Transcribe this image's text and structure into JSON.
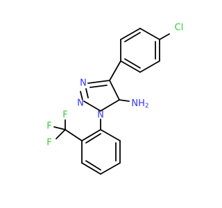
{
  "molecule": {
    "atoms": {
      "chlorine": {
        "label": "Cl",
        "color": "#33cc33"
      },
      "nitrogen_1": {
        "label": "N",
        "color": "#3333ff"
      },
      "nitrogen_2": {
        "label": "N",
        "color": "#3333ff"
      },
      "nitrogen_3": {
        "label": "N",
        "color": "#3333ff"
      },
      "amine": {
        "label": "NH",
        "sub": "2",
        "color": "#3333ff"
      },
      "fluorine_1": {
        "label": "F",
        "color": "#33cc33"
      },
      "fluorine_2": {
        "label": "F",
        "color": "#33cc33"
      },
      "fluorine_3": {
        "label": "F",
        "color": "#33cc33"
      }
    },
    "bond_color": "#000000",
    "background": "#ffffff"
  }
}
